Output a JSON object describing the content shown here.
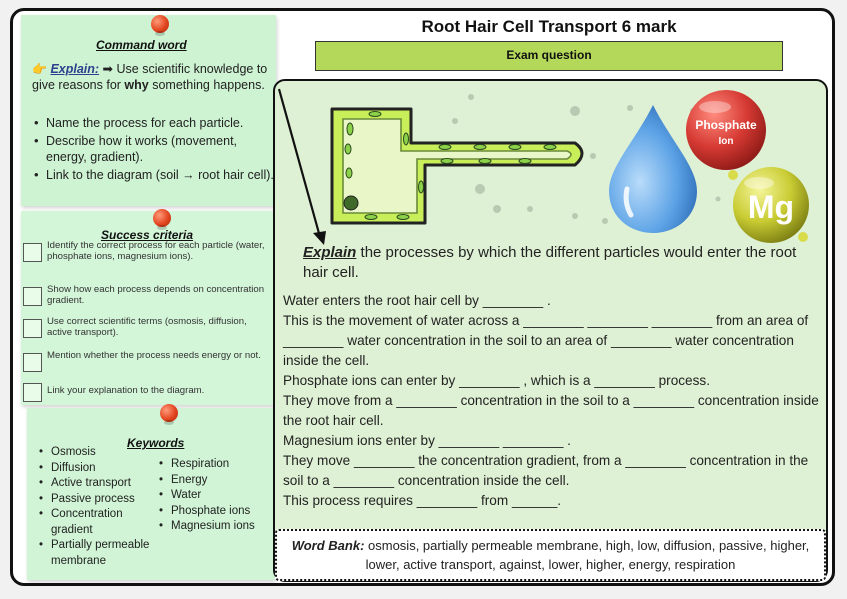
{
  "page": {
    "title": "Root Hair Cell Transport 6 mark",
    "banner": "Exam question"
  },
  "command": {
    "title": "Command word",
    "explain_label": "Explain:",
    "explain_pre": "➡ Use scientific knowledge to give reasons for ",
    "explain_bold": "why",
    "explain_post": " something happens.",
    "bullets": [
      "Name the process for each particle.",
      "Describe how it works (movement, energy, gradient).",
      "Link to the diagram (soil → root hair cell)."
    ]
  },
  "success": {
    "title": "Success criteria",
    "items": [
      "Identify the correct process for each particle (water, phosphate ions, magnesium ions).",
      "Show how each process depends on concentration gradient.",
      "Use correct scientific terms (osmosis, diffusion, active transport).",
      "Mention whether the process needs energy or not.",
      "Link your explanation to the diagram."
    ]
  },
  "keywords": {
    "title": "Keywords",
    "left": [
      "Osmosis",
      "Diffusion",
      "Active transport",
      "Passive process",
      "Concentration gradient",
      "Partially permeable membrane"
    ],
    "right": [
      "Respiration",
      "Energy",
      "Water",
      "Phosphate ions",
      "Magnesium ions"
    ]
  },
  "diagram": {
    "phosphate_label_1": "Phosphate",
    "phosphate_label_2": "Ion",
    "mg_label": "Mg"
  },
  "question": {
    "strong": "Explain",
    "rest": " the processes by which the different particles would enter the root hair cell."
  },
  "paragraphs": [
    "Water enters the root hair cell by ________ .",
    " This is the movement of water across a ________ ________ ________ from an area of ________ water concentration in the soil to an area of ________ water concentration inside the cell.",
    "Phosphate ions can enter by ________ , which is a ________ process.",
    " They move from a ________ concentration in the soil to a ________ concentration inside the root hair cell.",
    "Magnesium ions enter by ________ ________ .",
    " They move ________ the concentration gradient, from a ________ concentration in the soil to a ________ concentration inside the cell.",
    " This process requires ________ from ______."
  ],
  "word_bank": {
    "label": "Word Bank:",
    "text": " osmosis, partially permeable membrane, high, low, diffusion, passive, higher, lower, active transport, against, lower, higher, energy, respiration"
  },
  "colors": {
    "note": "#cdf3d2",
    "banner": "#b4d85a",
    "panel": "#dff1d4",
    "cell": "#c8ef5a",
    "water": "#5da3e6",
    "phosphate": "#d63a33",
    "magnesium": "#c9cc33"
  }
}
